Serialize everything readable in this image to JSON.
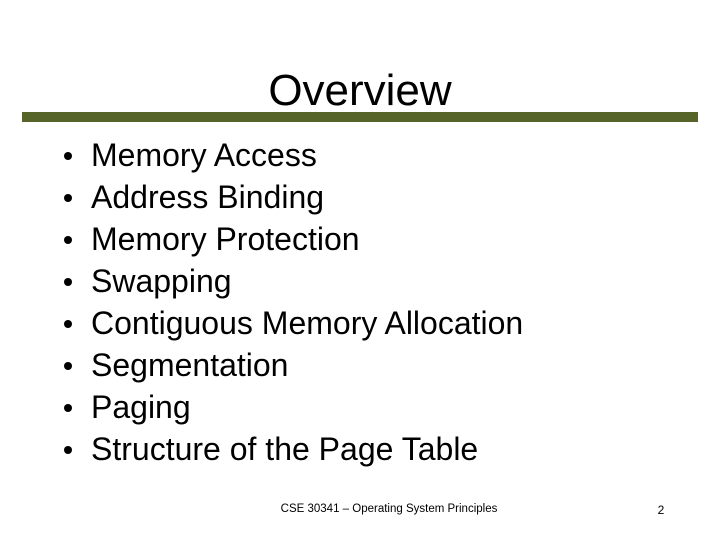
{
  "slide": {
    "title": "Overview",
    "bullets": [
      "Memory Access",
      "Address Binding",
      "Memory Protection",
      "Swapping",
      "Contiguous Memory Allocation",
      "Segmentation",
      "Paging",
      "Structure of the Page Table"
    ],
    "footer": "CSE 30341 – Operating System Principles",
    "page_number": "2"
  },
  "colors": {
    "background": "#FFFFFF",
    "text": "#000000",
    "accent_bar": "#566429"
  }
}
